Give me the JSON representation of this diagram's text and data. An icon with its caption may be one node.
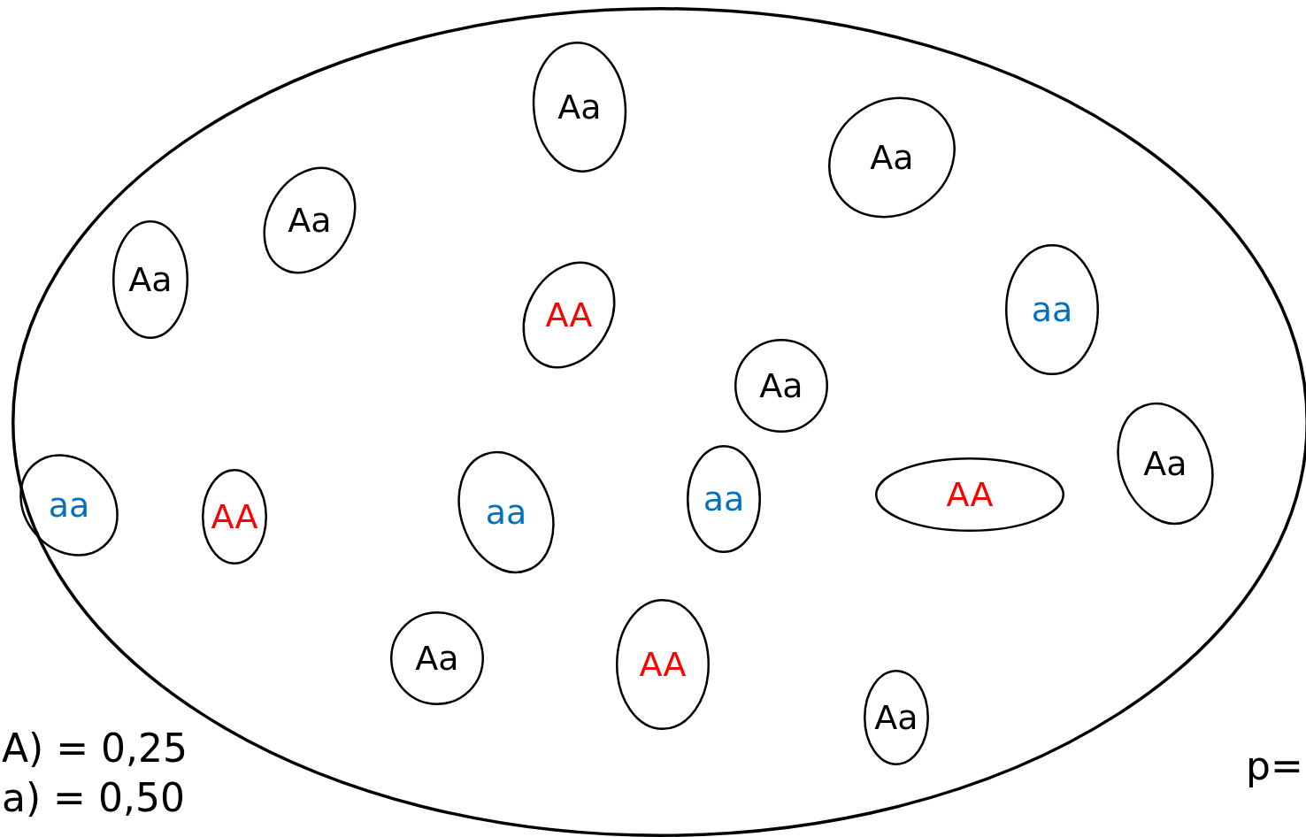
{
  "diagram": {
    "nodes": [
      {
        "text": [],
        "shape": "ellipse"
      },
      {
        "text": [
          "Aa"
        ],
        "in": 0
      },
      {
        "text": [
          "Aa"
        ],
        "in": 0
      },
      {
        "text": [
          "Aa"
        ],
        "in": 0
      },
      {
        "text": [
          "Aa"
        ],
        "in": 0
      },
      {
        "text": [
          "aa"
        ],
        "in": 0
      },
      {
        "text": [
          "AA"
        ],
        "in": 0
      },
      {
        "text": [
          "Aa"
        ],
        "in": 0
      },
      {
        "text": [
          "Aa"
        ],
        "in": 0
      },
      {
        "text": [
          "AA"
        ],
        "in": 0
      },
      {
        "text": [
          "aa"
        ],
        "in": 0
      },
      {
        "text": [
          "aa"
        ],
        "in": 0
      },
      {
        "text": [
          "aa"
        ],
        "in": 0
      },
      {
        "text": [
          "AA"
        ],
        "in": 0
      },
      {
        "text": [
          "Aa"
        ],
        "in": 0
      },
      {
        "text": [
          "AA"
        ],
        "in": 0
      },
      {
        "text": [
          "Aa"
        ],
        "in": 0
      }
    ],
    "labels": [
      "A) = 0,25",
      "a) = 0,50",
      "p="
    ]
  }
}
